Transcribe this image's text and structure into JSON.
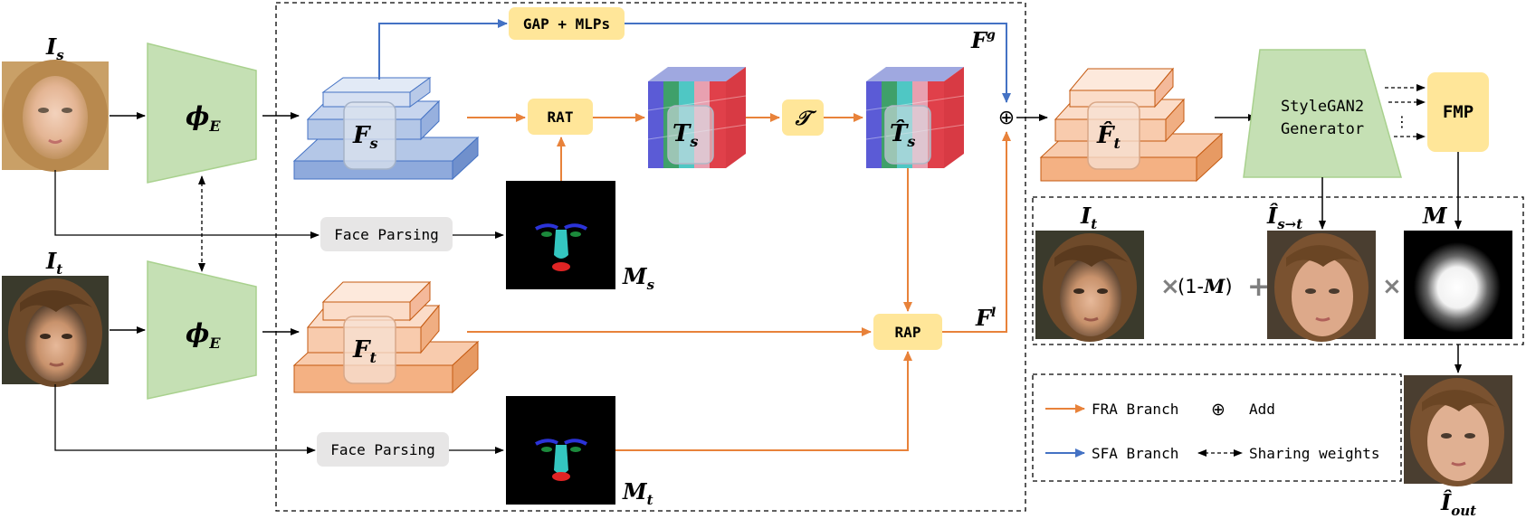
{
  "colors": {
    "orange": "#E8823A",
    "blue": "#4472C4",
    "encoder_green": "#C5E0B4",
    "module_yellow": "#FFE699",
    "parsing_gray": "#E7E6E6",
    "orange_slab": "#F4B183",
    "blue_slab": "#A9BEE5"
  },
  "symbols": {
    "I_s": {
      "base": "I",
      "sub": "s"
    },
    "I_t": {
      "base": "I",
      "sub": "t"
    },
    "phi_top": {
      "base": "ϕ",
      "sub": "E"
    },
    "phi_bottom": {
      "base": "ϕ",
      "sub": "E"
    },
    "F_s": {
      "base": "F",
      "sub": "s"
    },
    "F_t": {
      "base": "F",
      "sub": "t"
    },
    "T_s": {
      "base": "T",
      "sub": "s"
    },
    "T_hat_s": {
      "base": "T̂",
      "sub": "s"
    },
    "F_hat_t": {
      "base": "F̂",
      "sub": "t"
    },
    "M_s": {
      "base": "M",
      "sub": "s"
    },
    "M_t": {
      "base": "M",
      "sub": "t"
    },
    "F_g": {
      "base": "F",
      "sup": "g"
    },
    "F_l": {
      "base": "F",
      "sup": "l"
    },
    "I_t_out": {
      "base": "I",
      "sub": "t"
    },
    "I_hat_s_to_t": {
      "base": "Î",
      "sub": "s→t"
    },
    "M": {
      "base": "M"
    },
    "I_hat_out": {
      "base": "Î",
      "sub": "out"
    },
    "T_cal": "𝒯"
  },
  "modules": {
    "gap_mlps": "GAP + MLPs",
    "rat": "RAT",
    "rap": "RAP",
    "fmp": "FMP",
    "face_parsing_top": "Face Parsing",
    "face_parsing_bottom": "Face Parsing",
    "generator_line1": "StyleGAN2",
    "generator_line2": "Generator"
  },
  "blend": {
    "one_minus_m": "(1-",
    "m": "M",
    "close": ")",
    "times": "×",
    "plus": "+"
  },
  "legend": {
    "fra": "FRA Branch",
    "sfa": "SFA Branch",
    "add_symbol": "⊕",
    "add": "Add",
    "sharing": "Sharing weights"
  },
  "icons": {
    "add_node": "⊕",
    "vertical_dots": "⋮"
  }
}
